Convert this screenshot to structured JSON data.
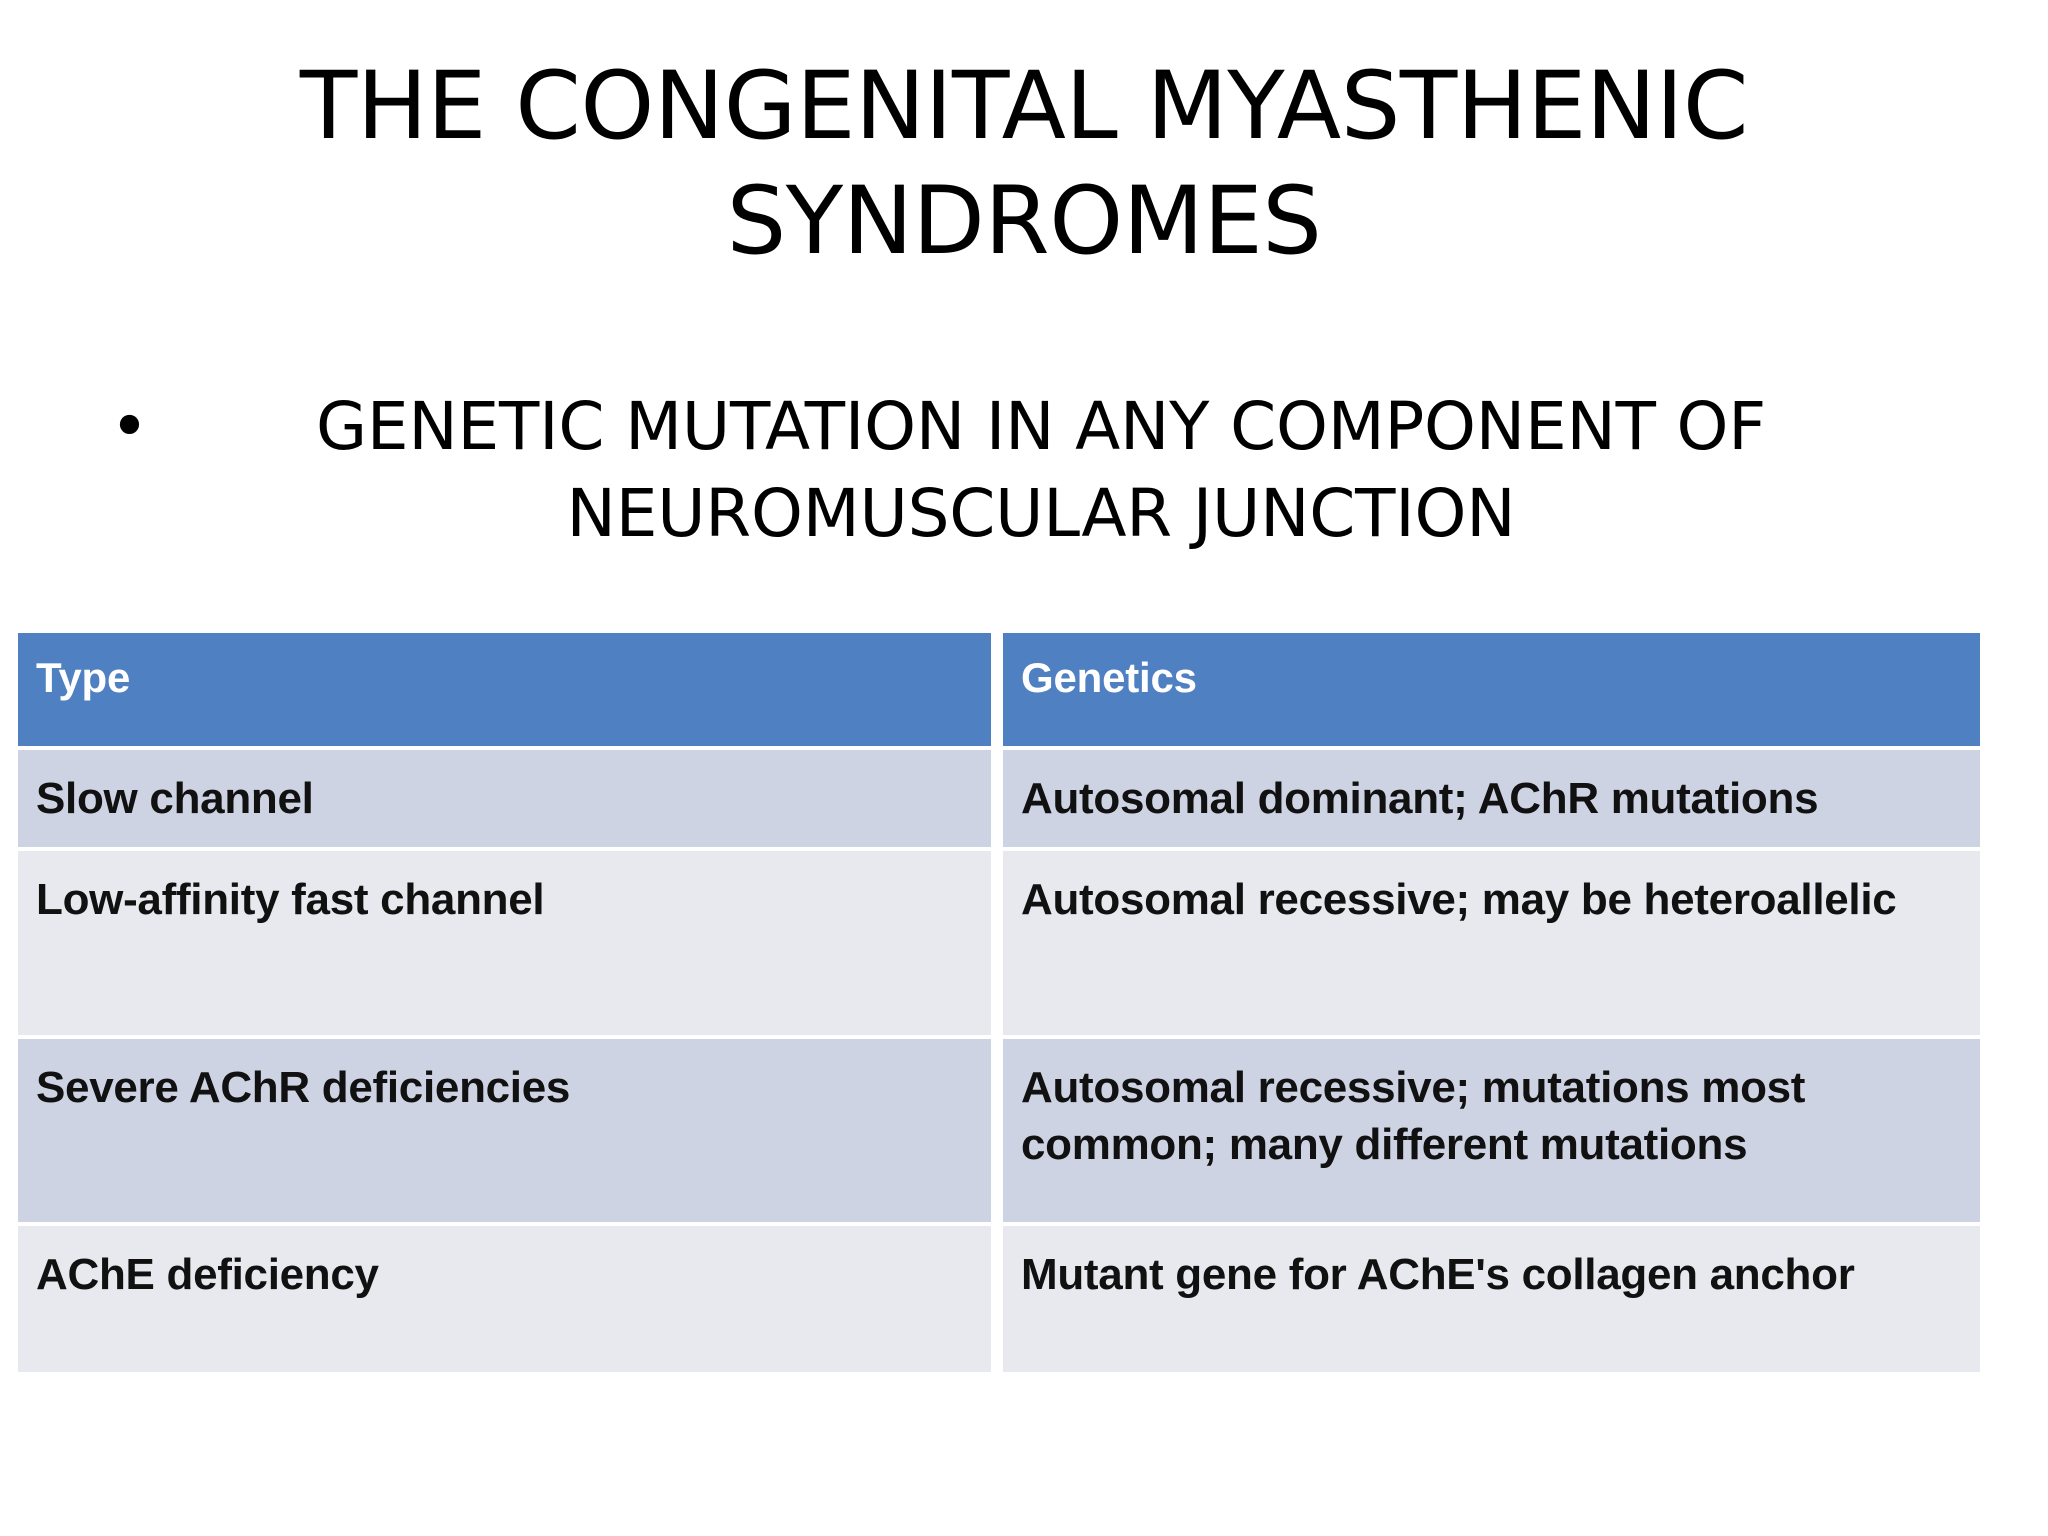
{
  "slide": {
    "title": "THE CONGENITAL MYASTHENIC SYNDROMES",
    "bullets": [
      {
        "marker": "•",
        "text": "GENETIC MUTATION IN ANY COMPONENT OF NEUROMUSCULAR JUNCTION"
      }
    ]
  },
  "colors": {
    "header_blue": "#4f80c2",
    "row_odd": "#ced3e4",
    "row_even": "#e8e9ef",
    "header_text": "#ffffff",
    "body_text": "#111111",
    "background": "#ffffff"
  },
  "table": {
    "columns": [
      "Type",
      "Genetics"
    ],
    "rows": [
      {
        "type": "Slow channel",
        "genetics": "Autosomal dominant; AChR mutations"
      },
      {
        "type": "Low-affinity fast channel",
        "genetics": "Autosomal recessive; may be heteroallelic"
      },
      {
        "type": "Severe AChR deficiencies",
        "genetics": "Autosomal recessive; mutations most common; many different mutations"
      },
      {
        "type": "AChE deficiency",
        "genetics": "Mutant gene for AChE's  collagen anchor"
      }
    ]
  }
}
